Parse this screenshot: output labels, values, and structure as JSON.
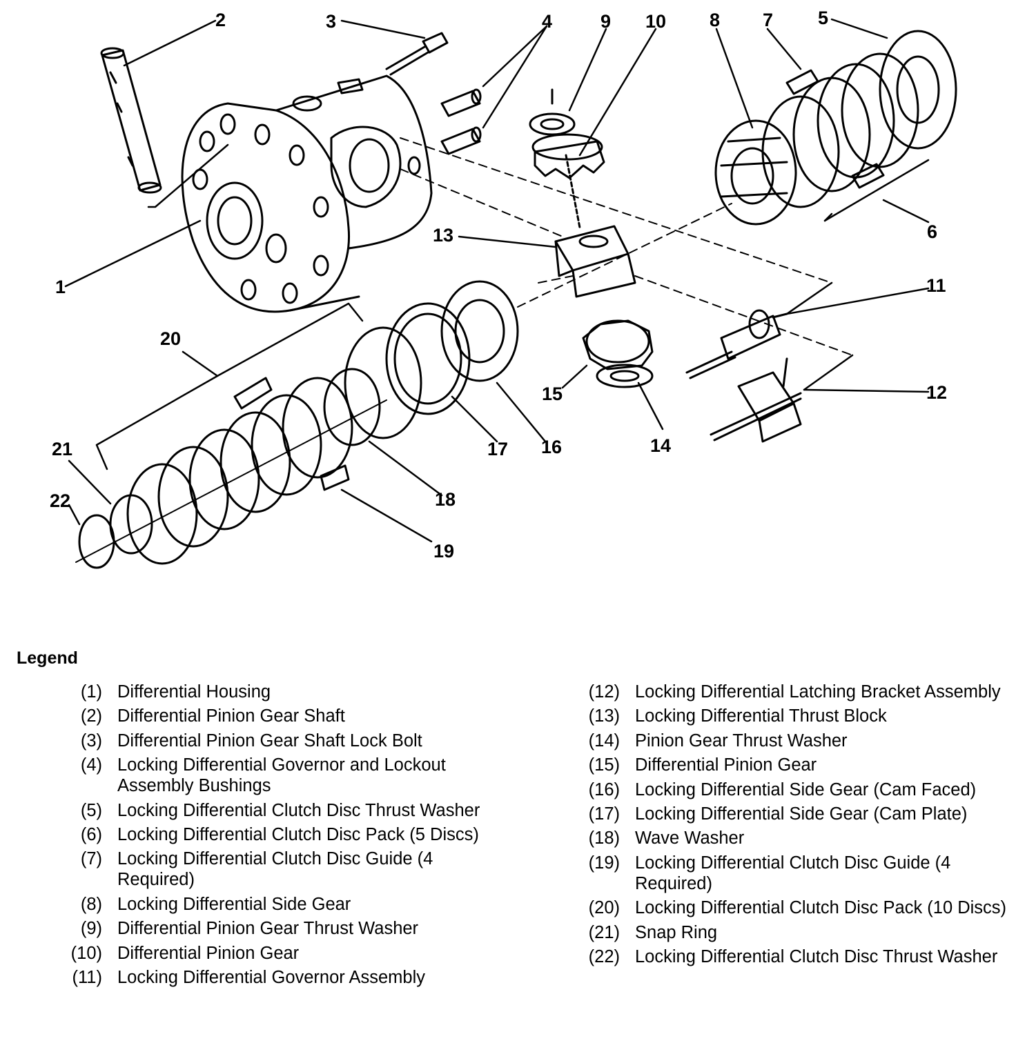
{
  "callouts": [
    "1",
    "2",
    "3",
    "4",
    "5",
    "6",
    "7",
    "8",
    "9",
    "10",
    "11",
    "12",
    "13",
    "14",
    "15",
    "16",
    "17",
    "18",
    "19",
    "20",
    "21",
    "22"
  ],
  "legend": {
    "title": "Legend",
    "left": [
      {
        "num": "(1)",
        "text": "Differential Housing"
      },
      {
        "num": "(2)",
        "text": "Differential Pinion Gear Shaft"
      },
      {
        "num": "(3)",
        "text": "Differential Pinion Gear Shaft Lock Bolt"
      },
      {
        "num": "(4)",
        "text": "Locking Differential Governor and Lockout Assembly Bushings"
      },
      {
        "num": "(5)",
        "text": "Locking Differential Clutch Disc Thrust Washer"
      },
      {
        "num": "(6)",
        "text": "Locking Differential Clutch Disc Pack (5 Discs)"
      },
      {
        "num": "(7)",
        "text": "Locking Differential Clutch Disc Guide (4 Required)"
      },
      {
        "num": "(8)",
        "text": "Locking Differential Side Gear"
      },
      {
        "num": "(9)",
        "text": "Differential Pinion Gear Thrust Washer"
      },
      {
        "num": "(10)",
        "text": "Differential Pinion Gear"
      },
      {
        "num": "(11)",
        "text": "Locking Differential Governor Assembly"
      }
    ],
    "right": [
      {
        "num": "(12)",
        "text": "Locking Differential Latching Bracket Assembly"
      },
      {
        "num": "(13)",
        "text": "Locking Differential Thrust Block"
      },
      {
        "num": "(14)",
        "text": "Pinion Gear Thrust Washer"
      },
      {
        "num": "(15)",
        "text": "Differential Pinion Gear"
      },
      {
        "num": "(16)",
        "text": "Locking Differential Side Gear (Cam Faced)"
      },
      {
        "num": "(17)",
        "text": "Locking Differential Side Gear (Cam Plate)"
      },
      {
        "num": "(18)",
        "text": "Wave Washer"
      },
      {
        "num": "(19)",
        "text": "Locking Differential Clutch Disc Guide (4 Required)"
      },
      {
        "num": "(20)",
        "text": "Locking Differential Clutch Disc Pack (10 Discs)"
      },
      {
        "num": "(21)",
        "text": "Snap Ring"
      },
      {
        "num": "(22)",
        "text": "Locking Differential Clutch Disc Thrust Washer"
      }
    ]
  }
}
